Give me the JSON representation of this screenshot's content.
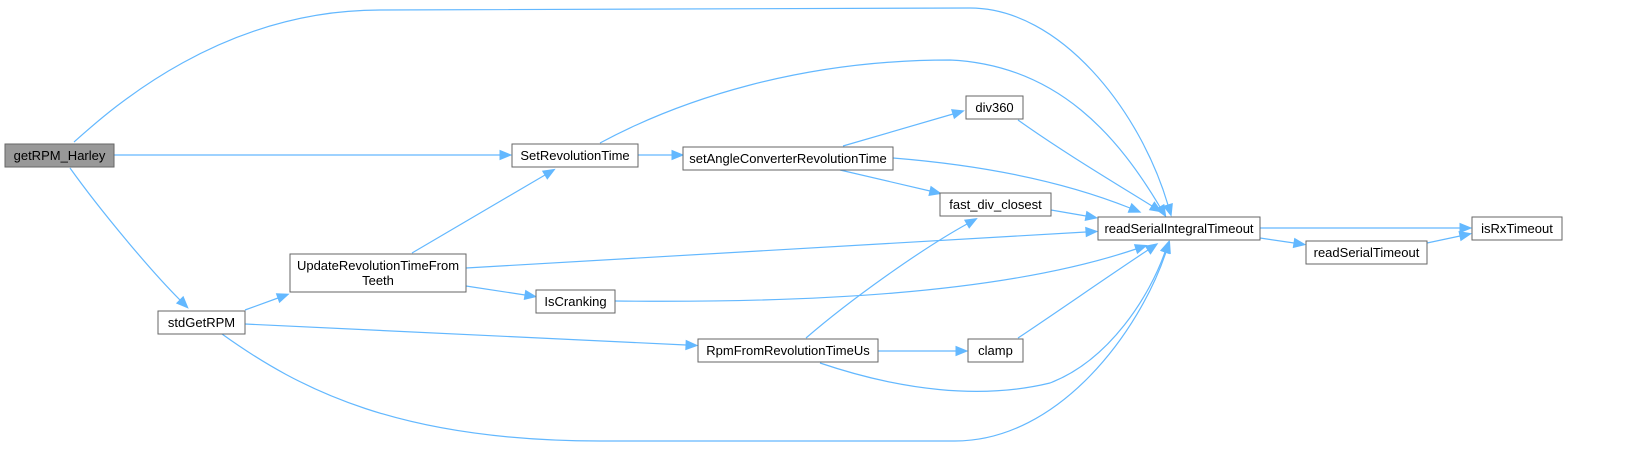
{
  "nodes": [
    {
      "id": "getRPM_Harley",
      "lines": [
        "getRPM_Harley"
      ],
      "root": true
    },
    {
      "id": "SetRevolutionTime",
      "lines": [
        "SetRevolutionTime"
      ]
    },
    {
      "id": "stdGetRPM",
      "lines": [
        "stdGetRPM"
      ]
    },
    {
      "id": "UpdateRevolutionTimeFromTeeth",
      "lines": [
        "UpdateRevolutionTimeFrom",
        "Teeth"
      ]
    },
    {
      "id": "IsCranking",
      "lines": [
        "IsCranking"
      ]
    },
    {
      "id": "RpmFromRevolutionTimeUs",
      "lines": [
        "RpmFromRevolutionTimeUs"
      ]
    },
    {
      "id": "setAngleConverterRevolutionTime",
      "lines": [
        "setAngleConverterRevolutionTime"
      ]
    },
    {
      "id": "div360",
      "lines": [
        "div360"
      ]
    },
    {
      "id": "fast_div_closest",
      "lines": [
        "fast_div_closest"
      ]
    },
    {
      "id": "clamp",
      "lines": [
        "clamp"
      ]
    },
    {
      "id": "readSerialIntegralTimeout",
      "lines": [
        "readSerialIntegralTimeout"
      ]
    },
    {
      "id": "readSerialTimeout",
      "lines": [
        "readSerialTimeout"
      ]
    },
    {
      "id": "isRxTimeout",
      "lines": [
        "isRxTimeout"
      ]
    }
  ],
  "edges": [
    {
      "from": "getRPM_Harley",
      "to": "readSerialIntegralTimeout"
    },
    {
      "from": "getRPM_Harley",
      "to": "SetRevolutionTime"
    },
    {
      "from": "getRPM_Harley",
      "to": "stdGetRPM"
    },
    {
      "from": "SetRevolutionTime",
      "to": "readSerialIntegralTimeout"
    },
    {
      "from": "SetRevolutionTime",
      "to": "setAngleConverterRevolutionTime"
    },
    {
      "from": "setAngleConverterRevolutionTime",
      "to": "div360"
    },
    {
      "from": "setAngleConverterRevolutionTime",
      "to": "fast_div_closest"
    },
    {
      "from": "setAngleConverterRevolutionTime",
      "to": "readSerialIntegralTimeout"
    },
    {
      "from": "div360",
      "to": "readSerialIntegralTimeout"
    },
    {
      "from": "fast_div_closest",
      "to": "readSerialIntegralTimeout"
    },
    {
      "from": "readSerialIntegralTimeout",
      "to": "isRxTimeout"
    },
    {
      "from": "readSerialIntegralTimeout",
      "to": "readSerialTimeout"
    },
    {
      "from": "readSerialTimeout",
      "to": "isRxTimeout"
    },
    {
      "from": "stdGetRPM",
      "to": "UpdateRevolutionTimeFromTeeth"
    },
    {
      "from": "stdGetRPM",
      "to": "RpmFromRevolutionTimeUs"
    },
    {
      "from": "stdGetRPM",
      "to": "readSerialIntegralTimeout"
    },
    {
      "from": "UpdateRevolutionTimeFromTeeth",
      "to": "SetRevolutionTime"
    },
    {
      "from": "UpdateRevolutionTimeFromTeeth",
      "to": "readSerialIntegralTimeout"
    },
    {
      "from": "UpdateRevolutionTimeFromTeeth",
      "to": "IsCranking"
    },
    {
      "from": "IsCranking",
      "to": "readSerialIntegralTimeout"
    },
    {
      "from": "RpmFromRevolutionTimeUs",
      "to": "fast_div_closest"
    },
    {
      "from": "RpmFromRevolutionTimeUs",
      "to": "clamp"
    },
    {
      "from": "RpmFromRevolutionTimeUs",
      "to": "readSerialIntegralTimeout"
    },
    {
      "from": "clamp",
      "to": "readSerialIntegralTimeout"
    }
  ],
  "colors": {
    "edge": "#63b8ff",
    "node_border": "#666666",
    "node_fill": "#ffffff",
    "root_fill": "#999999"
  }
}
